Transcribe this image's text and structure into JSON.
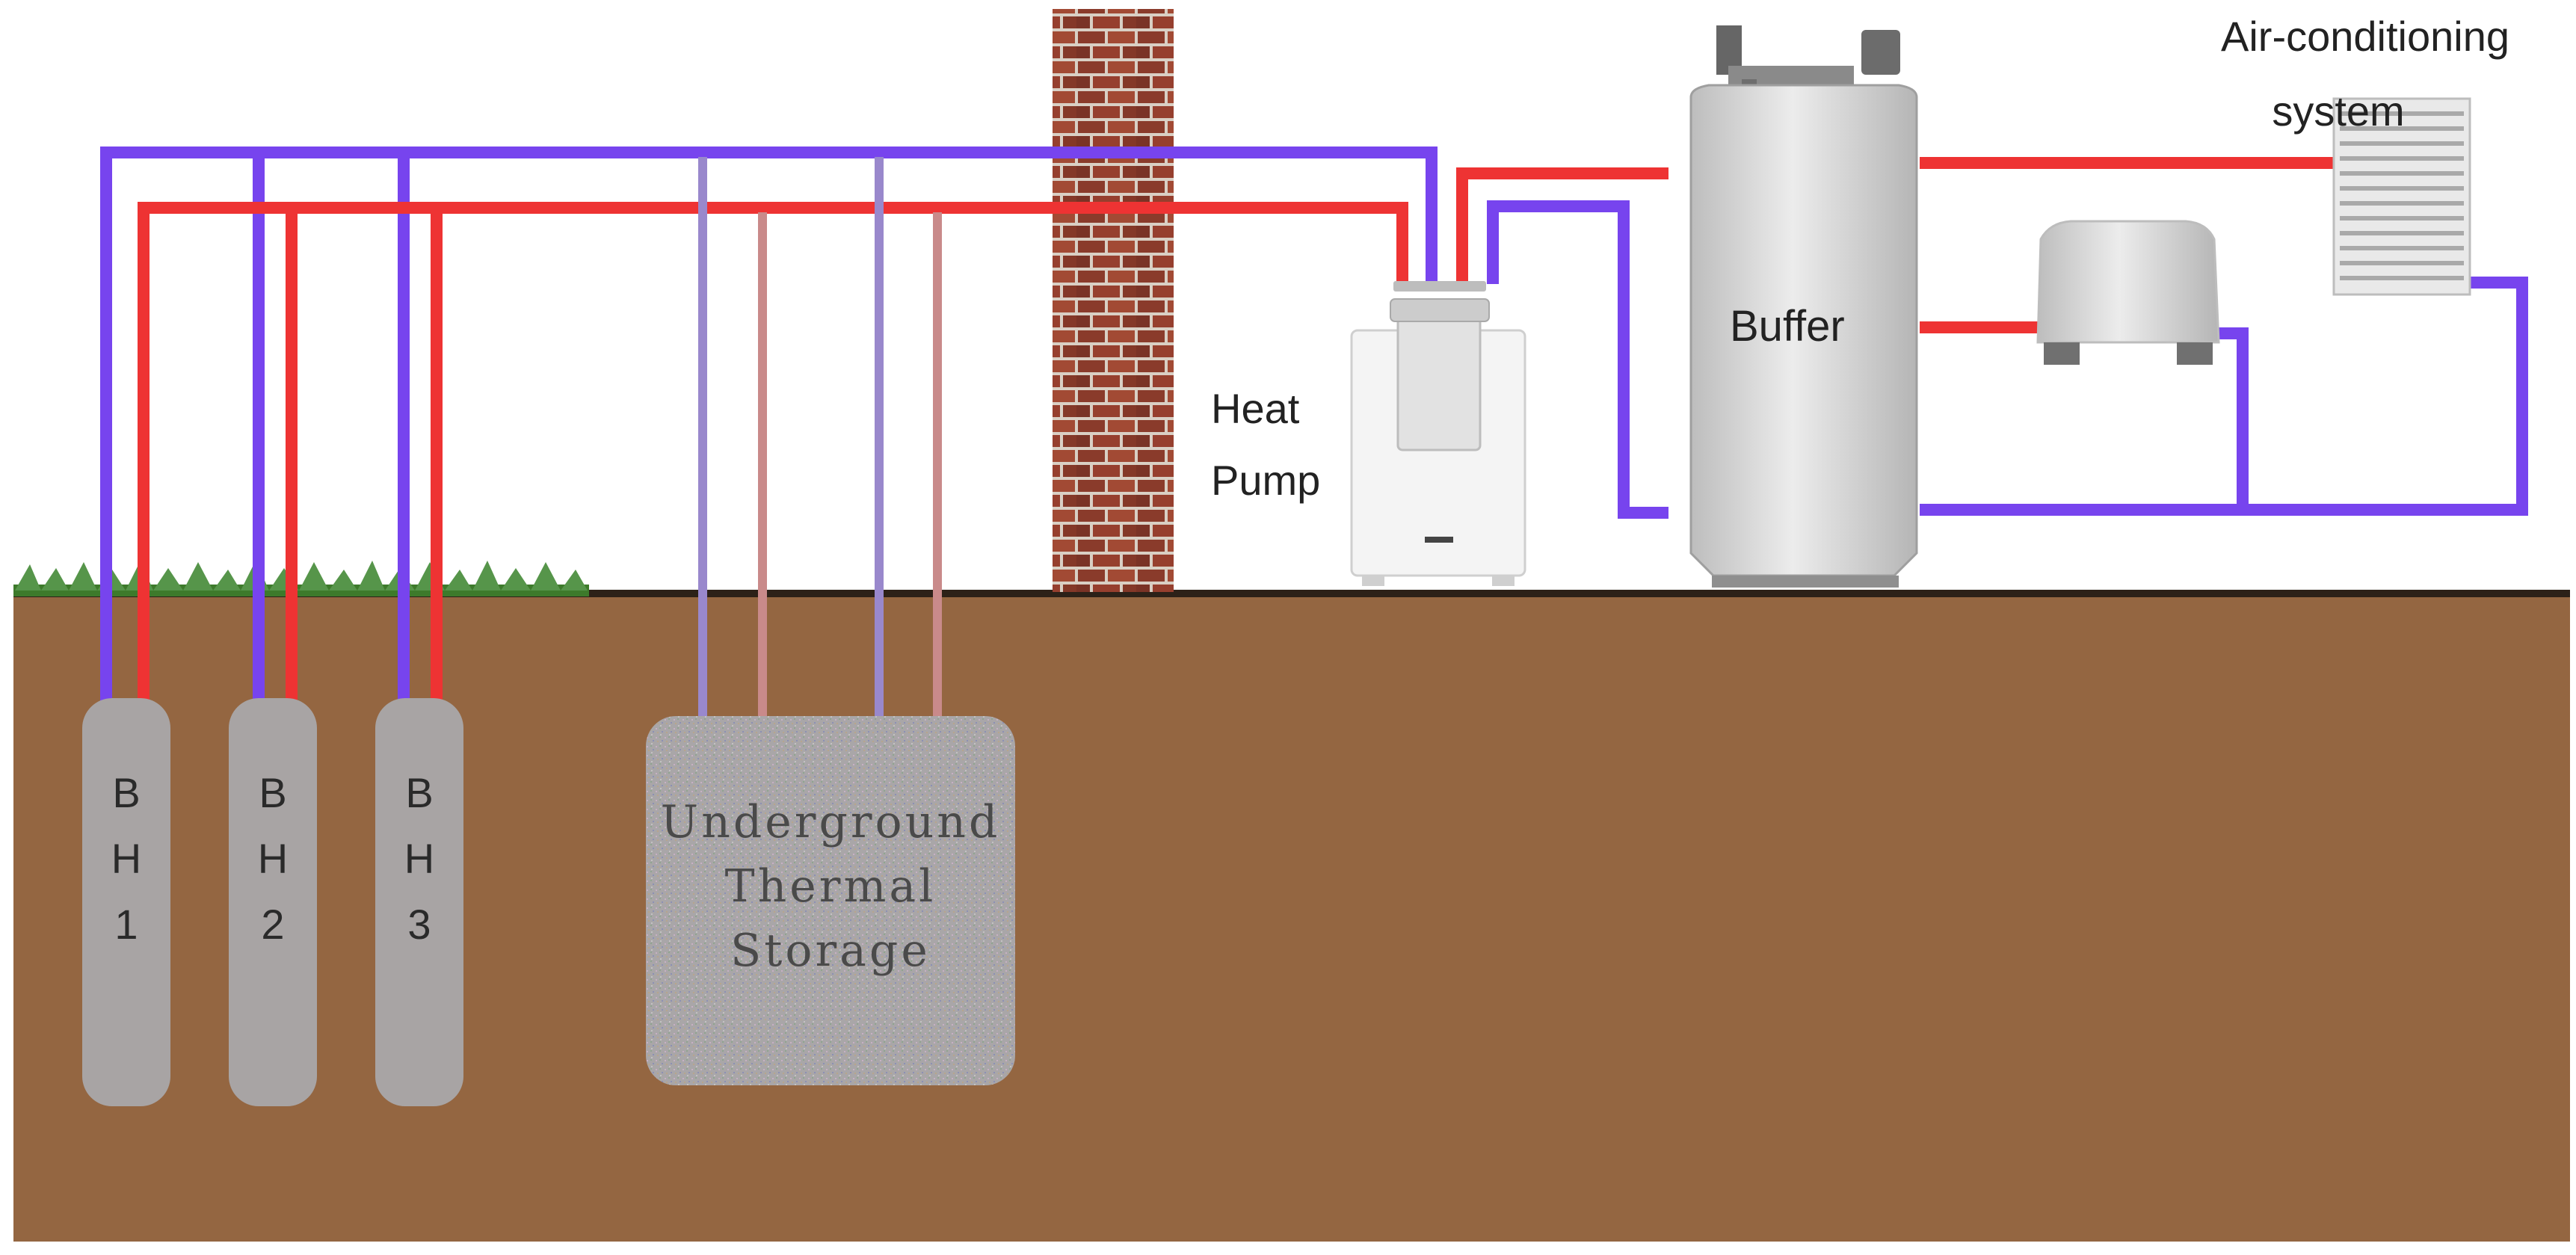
{
  "labels": {
    "heat_pump_line1": "Heat",
    "heat_pump_line2": "Pump",
    "buffer": "Buffer",
    "ac_line1": "Air-conditioning",
    "ac_line2": "system",
    "storage_line1": "Underground",
    "storage_line2": "Thermal",
    "storage_line3": "Storage"
  },
  "boreholes": [
    {
      "l1": "B",
      "l2": "H",
      "l3": "1"
    },
    {
      "l1": "B",
      "l2": "H",
      "l3": "2"
    },
    {
      "l1": "B",
      "l2": "H",
      "l3": "3"
    }
  ],
  "colors": {
    "hot_pipe": "#ee3333",
    "cold_pipe": "#7744ee",
    "soil": "#946641",
    "grass": "#3d7a2b",
    "borehole": "#a8a4a4",
    "brick": "#8a3b2b"
  }
}
